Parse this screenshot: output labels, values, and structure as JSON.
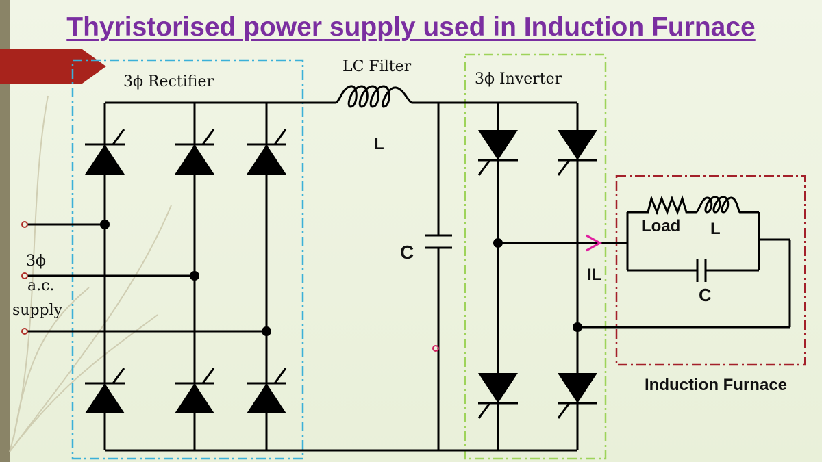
{
  "title": "Thyristorised power supply used in Induction Furnace",
  "diagram": {
    "rectifier_label": "3ϕ Rectifier",
    "filter_label": "LC Filter",
    "inductor_label": "L",
    "capacitor_label": "C",
    "inverter_label": "3ϕ Inverter",
    "current_label": "IL",
    "supply_label_line1": "3ϕ",
    "supply_label_line2": "a.c.",
    "supply_label_line3": "supply",
    "load_label": "Load",
    "furnace_inductor_label": "L",
    "furnace_capacitor_label": "C",
    "furnace_label": "Induction Furnace",
    "colors": {
      "title": "#7a2ea0",
      "rectifier_box": "#3bb0d8",
      "inverter_box": "#9ed35a",
      "furnace_box": "#a3202a",
      "current_arrow": "#e020a0",
      "accent_banner": "#a8231c"
    }
  }
}
